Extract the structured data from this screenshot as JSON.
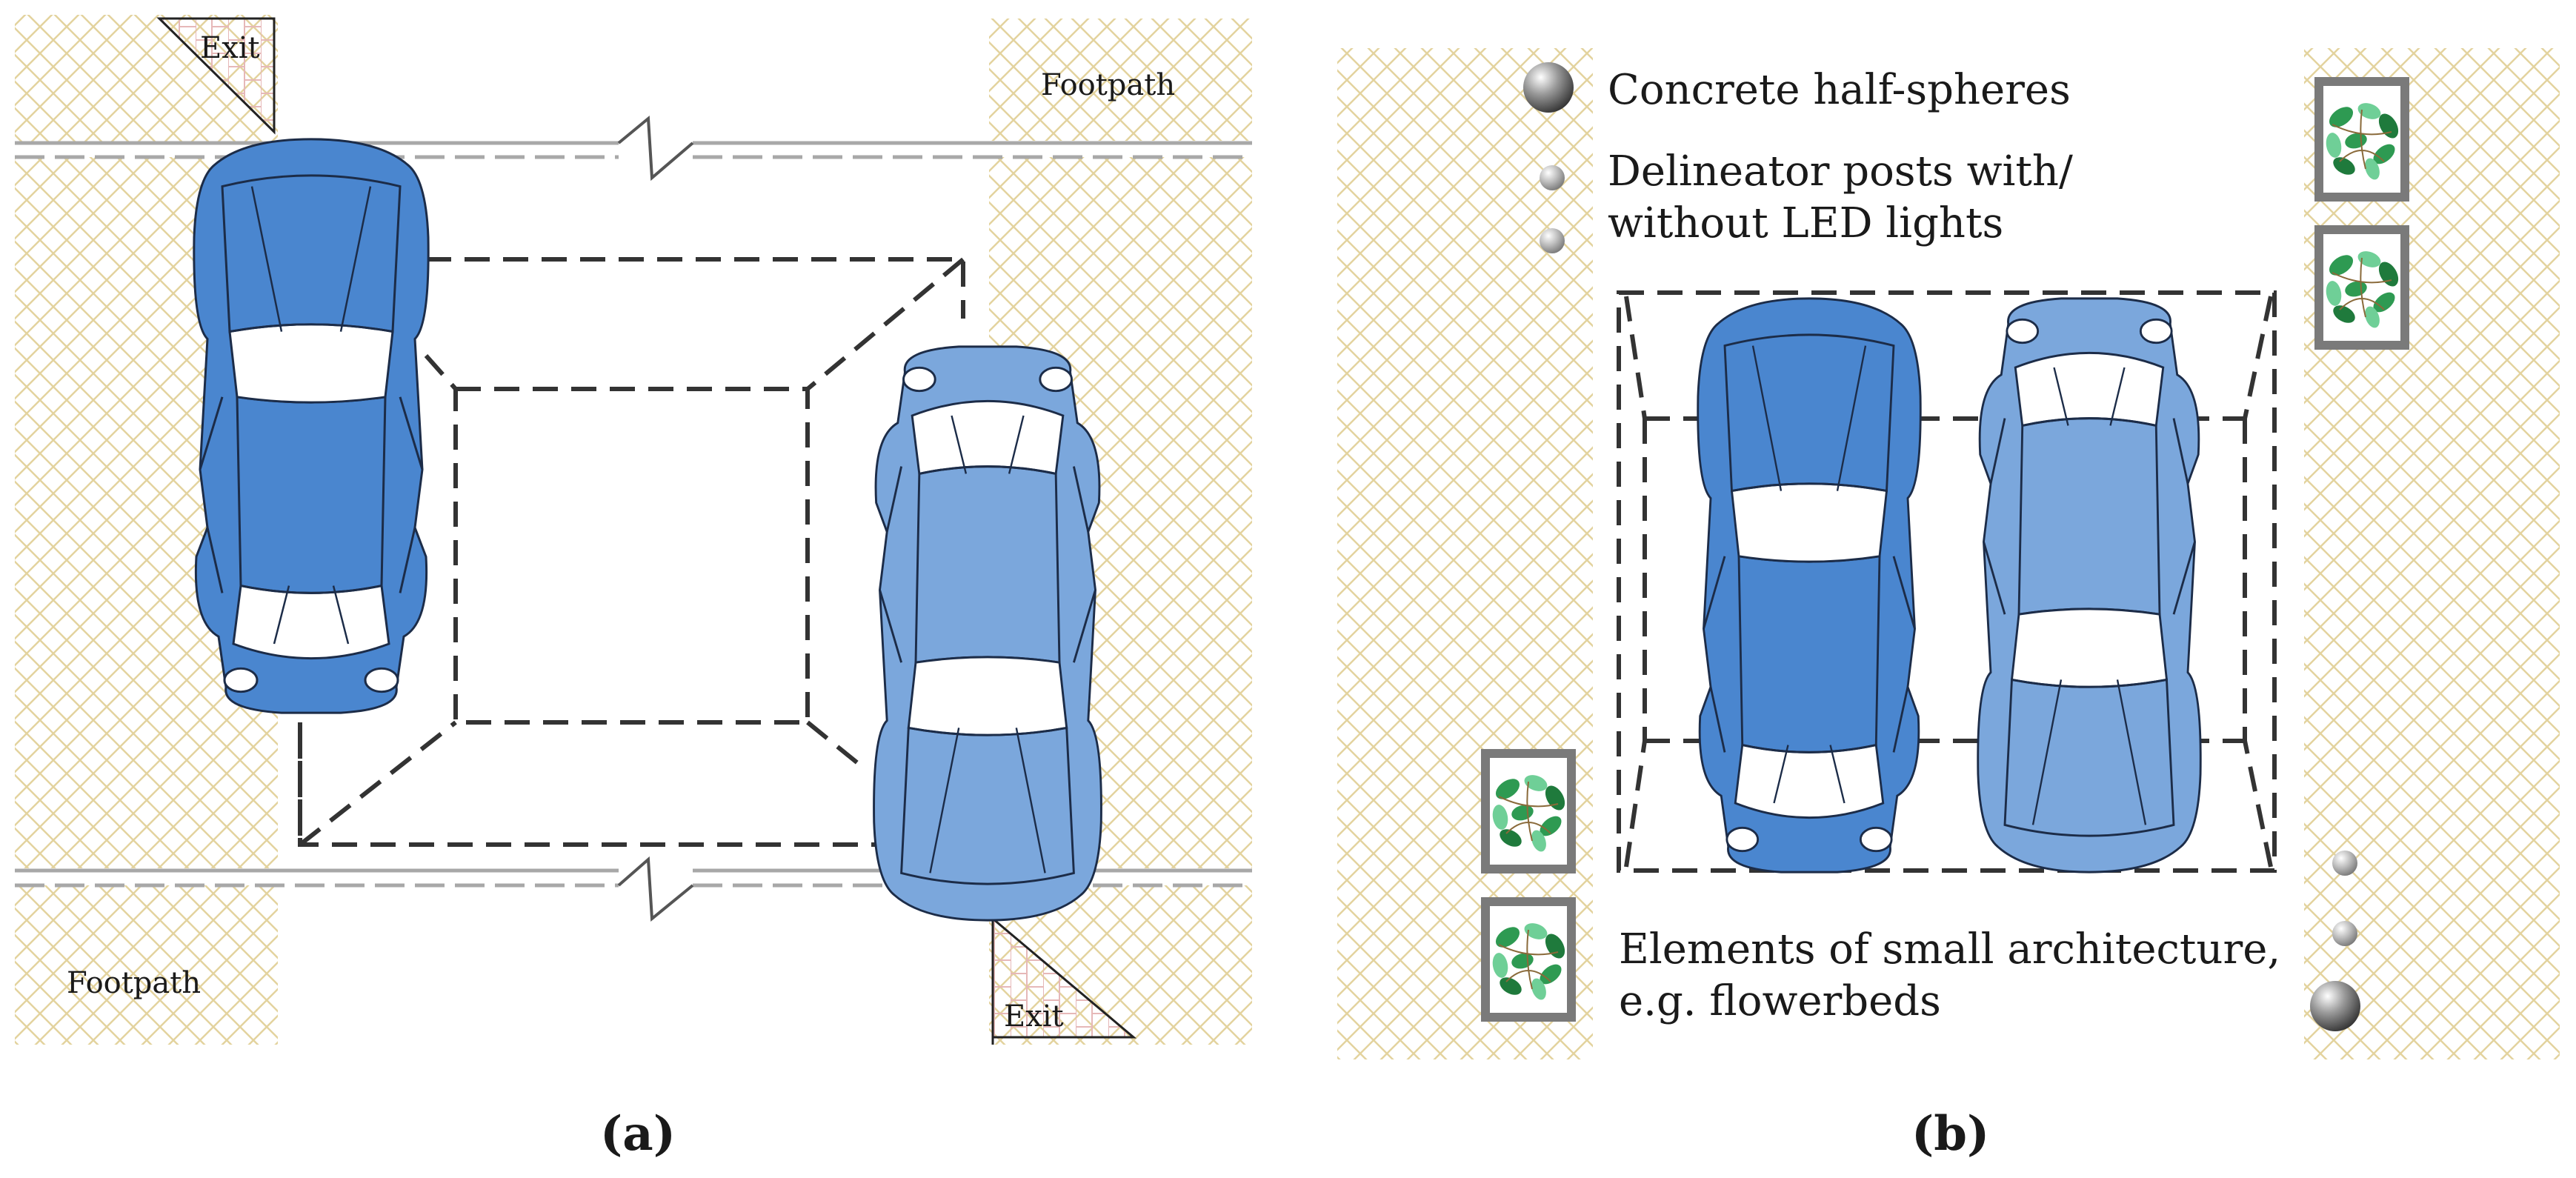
{
  "panel_a": {
    "caption": "(a)",
    "labels": {
      "exit_top": "Exit",
      "exit_bottom": "Exit",
      "footpath_top_right": "Footpath",
      "footpath_bottom_left": "Footpath"
    }
  },
  "panel_b": {
    "caption": "(b)",
    "legend": {
      "half_spheres": "Concrete half-spheres",
      "delineator_line1": "Delineator posts with/",
      "delineator_line2": "without LED lights",
      "flowerbeds_line1": "Elements of small architecture,",
      "flowerbeds_line2": "e.g. flowerbeds"
    }
  },
  "colors": {
    "car_dark": "#4a86cf",
    "car_light": "#7ba7dc",
    "footpath_hatch": "#e3d39e",
    "exit_hatch": "#e6b8b8",
    "flowerbed_frame": "#7a7a7a",
    "leaf": "#2e9a52"
  }
}
